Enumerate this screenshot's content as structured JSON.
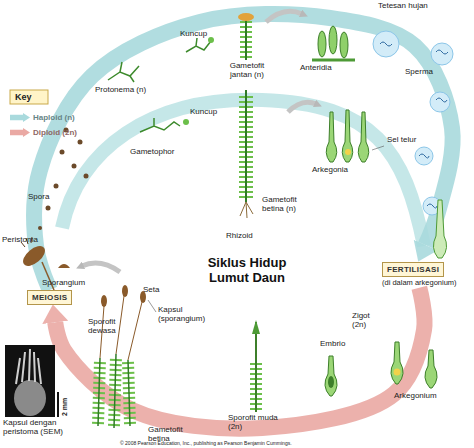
{
  "diagram": {
    "title": "Siklus Hidup Lumut Daun",
    "nodes": [
      {
        "text": [
          "FERTILISASI",
          "(di dalam arkegonium)"
        ]
      },
      {
        "text": [
          "MEIOSIS"
        ]
      }
    ],
    "edges": [
      {
        "from": 1,
        "to": 0,
        "arrow": "to"
      },
      {
        "from": 0,
        "to": 1,
        "arrow": "to"
      }
    ],
    "labels": [
      "Tetesan hujan",
      "Kuncup",
      "Anteridia",
      "Sperma",
      "Gametofit jantan (n)",
      "Key",
      "Protonema (n)",
      "Kuncup",
      "Sel telur",
      "Gametophor",
      "Arkegonia",
      "Spora",
      "Gametofit betina (n)",
      "Rhizoid",
      "Peristoma",
      "Sporangium",
      "Seta",
      "Kapsul (sporangium)",
      "Zigot (2n)",
      "Sporofit dewasa",
      "Embrio",
      "Arkegonium",
      "2 mm",
      "Sporofit muda (2n)",
      "Gametofit betina",
      "Kapsul dengan peristoma (SEM)",
      "© 2008 Pearson Education, Inc., publishing as Pearson Benjamin Cummings."
    ],
    "legend": [
      {
        "text": "Haploid (n)",
        "color": "#a9dadd"
      },
      {
        "text": "Diploid (2n)",
        "color": "#eaa9a4"
      }
    ]
  }
}
